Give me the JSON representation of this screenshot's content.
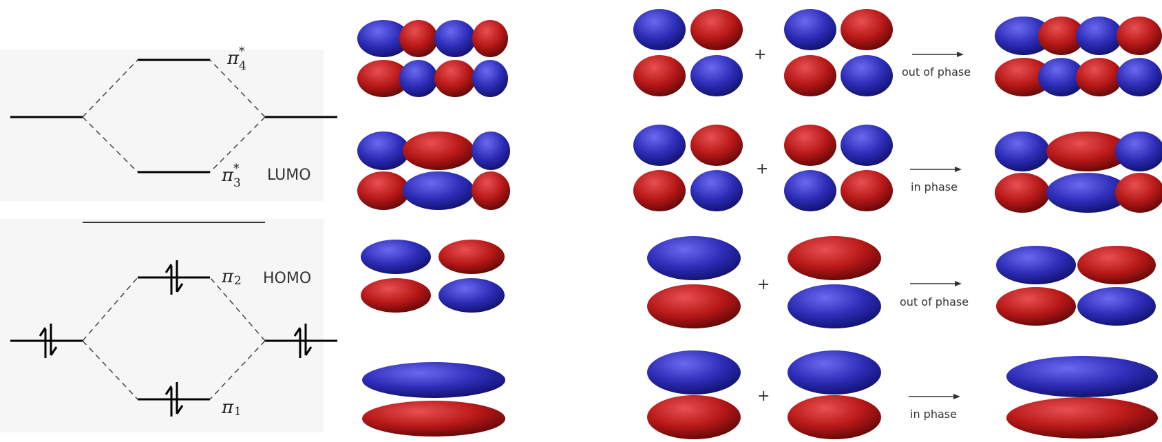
{
  "energy_diagram": {
    "levels": [
      {
        "name": "pi4_star",
        "symbol": "π",
        "subscript": "4",
        "star": true,
        "tag": ""
      },
      {
        "name": "pi3_star",
        "symbol": "π",
        "subscript": "3",
        "star": true,
        "tag": "LUMO"
      },
      {
        "name": "pi2",
        "symbol": "π",
        "subscript": "2",
        "star": false,
        "tag": "HOMO"
      },
      {
        "name": "pi1",
        "symbol": "π",
        "subscript": "1",
        "star": false,
        "tag": ""
      }
    ],
    "electron_pairs": 2
  },
  "combinations": [
    {
      "operator": "+",
      "relation": "out of phase"
    },
    {
      "operator": "+",
      "relation": "in phase"
    },
    {
      "operator": "+",
      "relation": "out of phase"
    },
    {
      "operator": "+",
      "relation": "in phase"
    }
  ],
  "colors": {
    "lobe_blue": "#2b2bb0",
    "lobe_red": "#b51414",
    "line": "#000000",
    "panel_bg": "#f5f5f5"
  }
}
